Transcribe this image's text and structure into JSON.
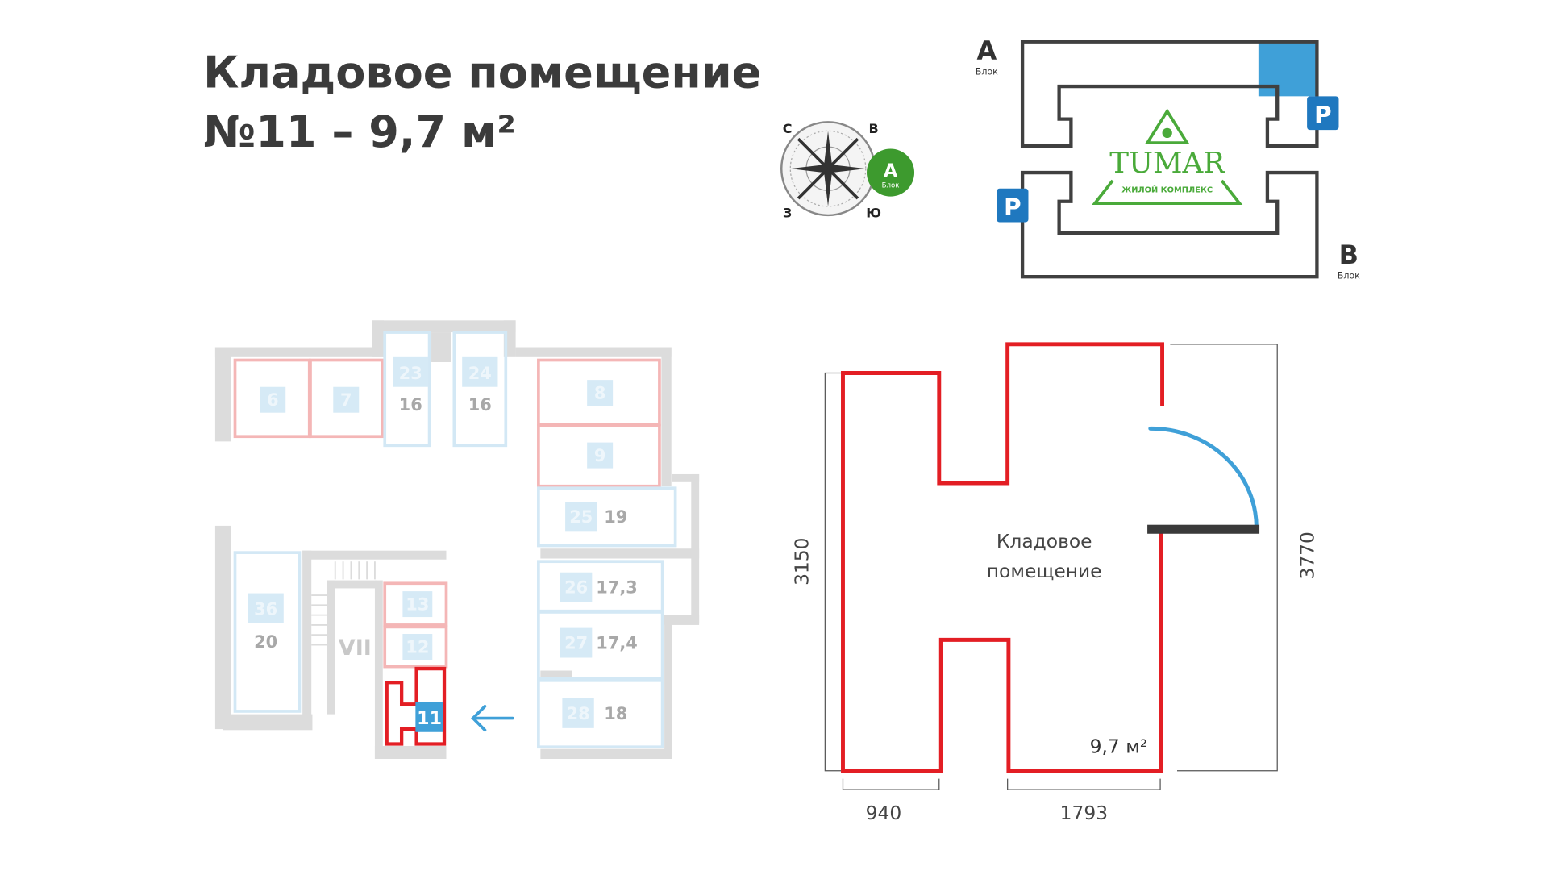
{
  "title": {
    "line1": "Кладовое помещение",
    "line2": "№11 – 9,7 м²"
  },
  "compass": {
    "north": "С",
    "east": "В",
    "west": "З",
    "south": "Ю",
    "block_letter": "A",
    "block_word": "Блок"
  },
  "site_map": {
    "block_a": {
      "letter": "A",
      "word": "Блок"
    },
    "block_b": {
      "letter": "B",
      "word": "Блок"
    },
    "parking_label": "P",
    "logo_name": "TUMAR",
    "logo_sub": "ЖИЛОЙ КОМПЛЕКС"
  },
  "floor_plan": {
    "rooms": [
      {
        "num": "6"
      },
      {
        "num": "7"
      },
      {
        "num": "23",
        "area": "16"
      },
      {
        "num": "24",
        "area": "16"
      },
      {
        "num": "8"
      },
      {
        "num": "9"
      },
      {
        "num": "25",
        "area": "19"
      },
      {
        "num": "26",
        "area": "17,3"
      },
      {
        "num": "27",
        "area": "17,4"
      },
      {
        "num": "28",
        "area": "18"
      },
      {
        "num": "36",
        "area": "20"
      },
      {
        "num": "13"
      },
      {
        "num": "12"
      },
      {
        "num": "11"
      }
    ],
    "stair_label": "VII"
  },
  "unit_plan": {
    "room_name_1": "Кладовое",
    "room_name_2": "помещение",
    "area": "9,7 м²",
    "dim_left": "3150",
    "dim_right": "3770",
    "dim_bottom_left": "940",
    "dim_bottom_right": "1793"
  },
  "colors": {
    "highlight": "#e31e24",
    "accent_blue": "#3fa0d8",
    "logo_green": "#4aaa3a"
  }
}
